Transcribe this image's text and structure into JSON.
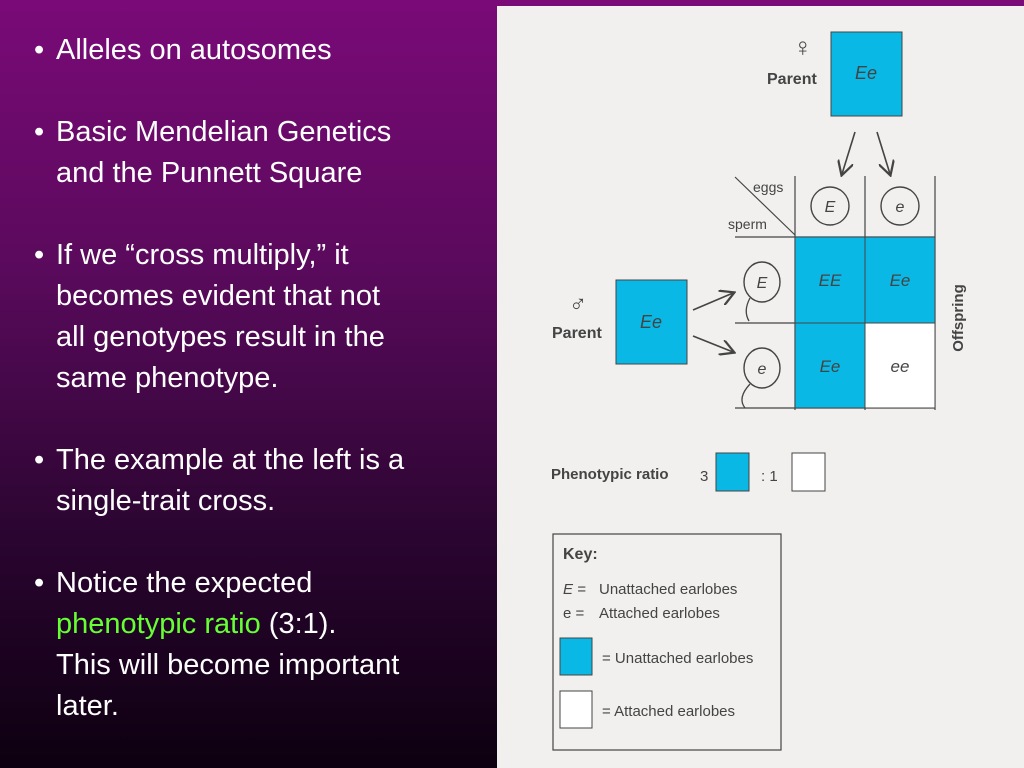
{
  "bullets": [
    {
      "text": "Alleles on autosomes"
    },
    {
      "lines": [
        "Basic Mendelian Genetics",
        "and the Punnett Square"
      ]
    },
    {
      "lines": [
        "If we “cross multiply,” it",
        "becomes evident that not",
        "all genotypes result in the",
        "same phenotype."
      ]
    },
    {
      "lines": [
        "The example at the left is a",
        "single-trait cross."
      ]
    },
    {
      "line1": "Notice the expected",
      "highlight": "phenotypic ratio",
      "after_highlight": " (3:1).",
      "line3": "This will become important",
      "line4": "later."
    }
  ],
  "bullet_char": "•",
  "diagram": {
    "female_symbol": "♀",
    "male_symbol": "♂",
    "parent_label": "Parent",
    "female_genotype": "Ee",
    "male_genotype": "Ee",
    "eggs_label": "eggs",
    "sperm_label": "sperm",
    "egg_alleles": [
      "E",
      "e"
    ],
    "sperm_alleles": [
      "E",
      "e"
    ],
    "offspring": [
      [
        "EE",
        "Ee"
      ],
      [
        "Ee",
        "ee"
      ]
    ],
    "offspring_label": "Offspring",
    "phenotypic_ratio_label": "Phenotypic ratio",
    "ratio_left": "3",
    "ratio_right": ": 1",
    "key_title": "Key:",
    "key_E_symbol": "E =",
    "key_E_text": "Unattached earlobes",
    "key_e_symbol": "e =",
    "key_e_text": "Attached earlobes",
    "key_blue_text": "= Unattached earlobes",
    "key_white_text": "= Attached earlobes"
  },
  "colors": {
    "dominant_blue": "#0ab8e6",
    "recessive_white": "#ffffff",
    "highlight_green": "#66ff33"
  }
}
